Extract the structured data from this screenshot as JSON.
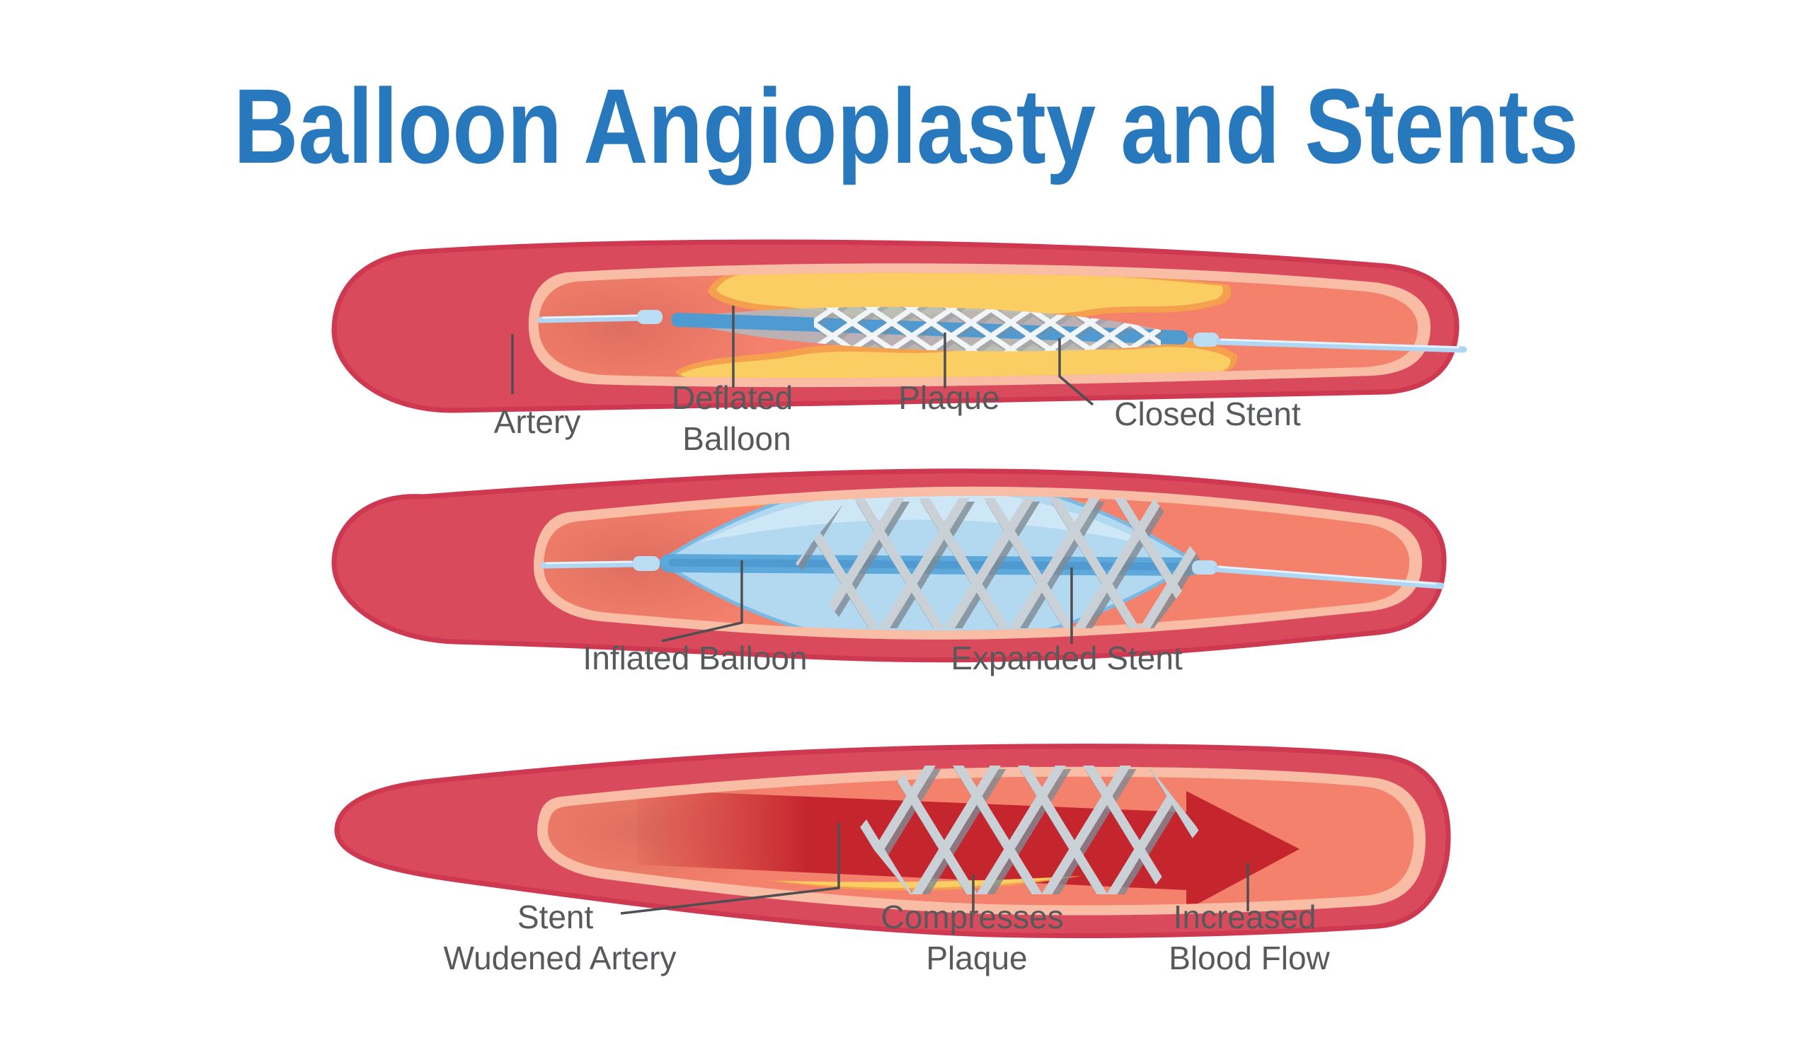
{
  "title": "Balloon Angioplasty and Stents",
  "labels": {
    "panel1": {
      "artery": "Artery",
      "deflated_balloon": [
        "Deflated",
        "Balloon"
      ],
      "plaque": "Plaque",
      "closed_stent": "Closed Stent"
    },
    "panel2": {
      "inflated_balloon": "Inflated Balloon",
      "expanded_stent": "Expanded Stent"
    },
    "panel3": {
      "stent_widened": [
        "Stent",
        "Wudened Artery"
      ],
      "compresses_plaque": [
        "Compresses",
        "Plaque"
      ],
      "increased_blood_flow": [
        "Increased",
        "Blood Flow"
      ]
    }
  },
  "colors": {
    "background": "#FFFFFF",
    "title-blue": "#2878BE",
    "label-gray": "#58595B",
    "leader-gray": "#4E4F52",
    "artery-outer": "#D84A5C",
    "artery-outer-edge": "#CE3850",
    "artery-lining": "#F9BDA5",
    "lumen": "#F3816B",
    "mouth-shade": "#C95B55",
    "plaque-yellow": "#FBCE63",
    "plaque-orange": "#F5A04E",
    "balloon-deflated": "#AFBCC6",
    "balloon-inflated": "#B3D9F1",
    "balloon-outline": "#7CB9E2",
    "balloon-highlight": "#D8EDF9",
    "catheter-blue": "#4F9BD1",
    "shaft-blue": "#5AA7DA",
    "wire-blue": "#AFD6F2",
    "wire-highlight": "#EAF5FD",
    "sleeve-blue": "#BBDDF4",
    "stent-white": "#F2F5F7",
    "stent-silver": "#C9D0D6",
    "stent-shadow": "#7F8A93",
    "arrow-red": "#C5262E"
  }
}
